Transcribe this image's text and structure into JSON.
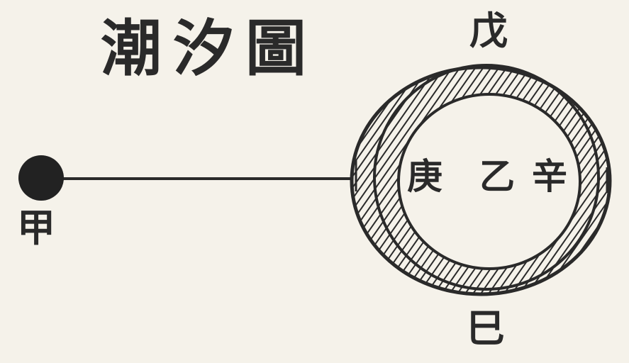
{
  "title": "潮汐圖",
  "labels": {
    "jia": "甲",
    "wu": "戊",
    "ji": "巳",
    "geng": "庚",
    "yi": "乙",
    "xin": "辛"
  },
  "colors": {
    "paper": "#f5f2ea",
    "ink": "#2a2a2a"
  }
}
